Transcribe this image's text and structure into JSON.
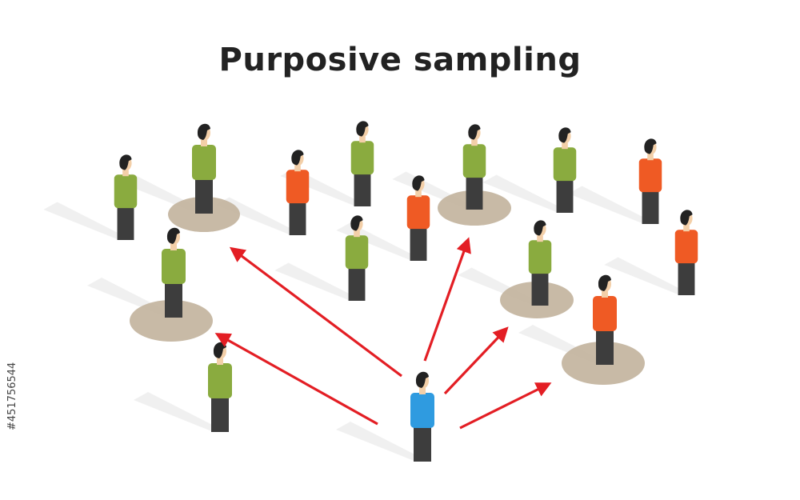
{
  "title": "Purposive sampling",
  "stock_id": "#451756544",
  "colors": {
    "green": "#8aab3f",
    "orange": "#ef5a24",
    "blue": "#2f9be0",
    "pants": "#3d3d3d",
    "hair": "#222222",
    "skin": "#f3cfa8",
    "highlight": "#c2b39c",
    "arrow": "#e31e24",
    "shadow": "#ececec"
  },
  "people": [
    {
      "id": "person-1",
      "shirt": "green",
      "selected": false
    },
    {
      "id": "person-2",
      "shirt": "green",
      "selected": true
    },
    {
      "id": "person-3",
      "shirt": "orange",
      "selected": false
    },
    {
      "id": "person-4",
      "shirt": "green",
      "selected": false
    },
    {
      "id": "person-5",
      "shirt": "green",
      "selected": true
    },
    {
      "id": "person-6",
      "shirt": "orange",
      "selected": false
    },
    {
      "id": "person-7",
      "shirt": "green",
      "selected": false
    },
    {
      "id": "person-8",
      "shirt": "orange",
      "selected": false
    },
    {
      "id": "person-9",
      "shirt": "green",
      "selected": false
    },
    {
      "id": "person-10",
      "shirt": "green",
      "selected": true
    },
    {
      "id": "person-11",
      "shirt": "green",
      "selected": true
    },
    {
      "id": "person-12",
      "shirt": "orange",
      "selected": false
    },
    {
      "id": "person-13",
      "shirt": "orange",
      "selected": true
    },
    {
      "id": "person-14",
      "shirt": "green",
      "selected": false
    },
    {
      "id": "researcher",
      "shirt": "blue",
      "selected": false
    }
  ],
  "arrows": [
    {
      "from": "researcher",
      "to": "person-2"
    },
    {
      "from": "researcher",
      "to": "person-5"
    },
    {
      "from": "researcher",
      "to": "person-10"
    },
    {
      "from": "researcher",
      "to": "person-11"
    },
    {
      "from": "researcher",
      "to": "person-13"
    }
  ]
}
